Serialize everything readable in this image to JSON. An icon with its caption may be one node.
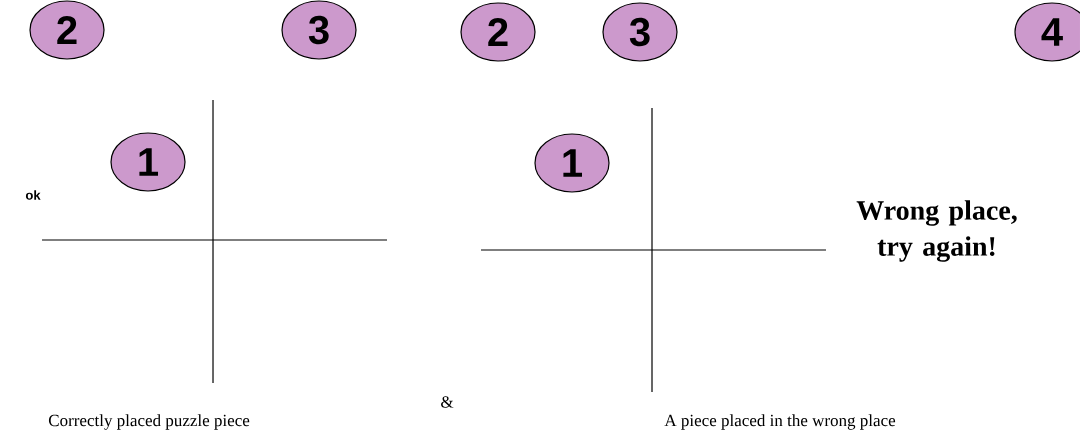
{
  "diagram": {
    "nodes": [
      {
        "text": [
          "2"
        ]
      },
      {
        "text": [
          "3"
        ]
      },
      {
        "text": [
          "1"
        ]
      },
      {
        "text": [
          "2"
        ]
      },
      {
        "text": [
          "3"
        ]
      },
      {
        "text": [
          "4"
        ]
      },
      {
        "text": [
          "1"
        ]
      }
    ],
    "labels": [
      "ok",
      "Wrong place, try again!",
      "&",
      "Correctly placed puzzle piece",
      "A piece placed in the wrong place"
    ]
  }
}
